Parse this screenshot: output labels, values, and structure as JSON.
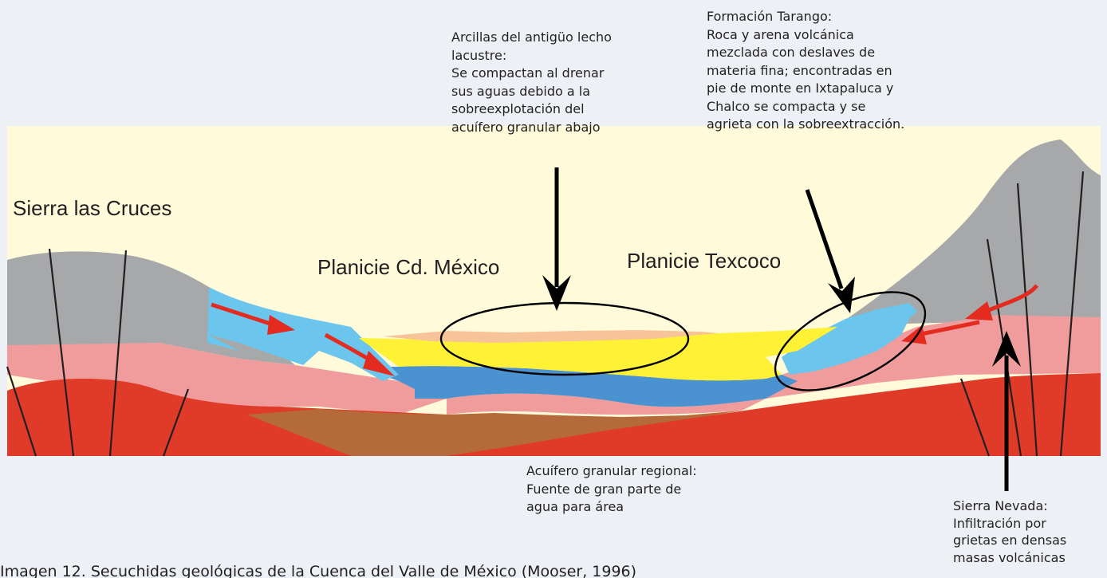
{
  "labels": {
    "sierra_cruces": "Sierra las Cruces",
    "planicie_mexico": "Planicie Cd. México",
    "planicie_texcoco": "Planicie Texcoco"
  },
  "notes": {
    "arcillas": [
      "Arcillas del antigüo lecho",
      "lacustre:",
      "Se compactan al drenar",
      "sus aguas debido a la",
      "sobreexplotación del",
      "acuífero granular abajo"
    ],
    "tarango": [
      "Formación Tarango:",
      "Roca y arena volcánica",
      "mezclada con deslaves de",
      "materia fina; encontradas en",
      "pie de monte en Ixtapaluca y",
      "Chalco se compacta y se",
      "agrieta con la sobreextracción."
    ],
    "acuifero": [
      "Acuífero granular regional:",
      "Fuente de gran parte de",
      "agua para área"
    ],
    "sierra_nevada": [
      "Sierra Nevada:",
      "Infiltración por",
      "grietas en densas",
      "masas volcánicas"
    ]
  },
  "caption": "Imagen 12. Secuchidas geológicas de la Cuenca del Valle de México (Mooser, 1996)",
  "colors": {
    "sky": "#fffbda",
    "volcanic_rock": "#a7a8aa",
    "tarango": "#f09c9d",
    "basement": "#e03a28",
    "clay": "#fff136",
    "clay_top": "#f7c49a",
    "aquifer_light": "#6cc5ec",
    "aquifer_dark": "#4b92d0",
    "granular": "#b46a3a",
    "flow_arrow": "#e32b1f"
  }
}
